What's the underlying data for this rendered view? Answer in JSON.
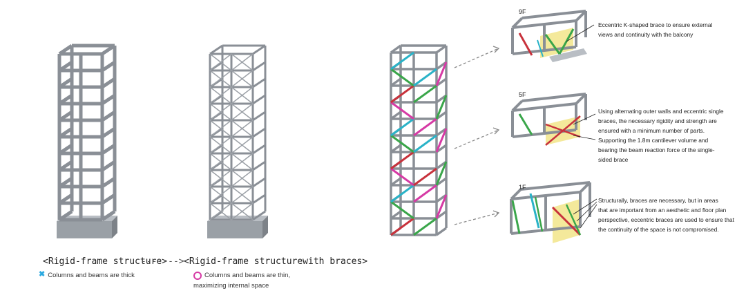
{
  "left_panel": {
    "rigid_caption": "<Rigid-frame structure>",
    "arrow": "------->",
    "braced_caption": "<Rigid-frame structurewith braces>",
    "rigid_note": "Columns and beams are thick",
    "braced_note_line1": "Columns and beams are thin,",
    "braced_note_line2": "maximizing internal space"
  },
  "details": [
    {
      "floor": "9F",
      "lines": [
        "Eccentric K-shaped brace to ensure external",
        "views and continuity with the balcony"
      ]
    },
    {
      "floor": "5F",
      "lines": [
        "Using alternating outer walls and eccentric single",
        "braces, the necessary rigidity and strength are",
        "ensured with a minimum number of parts.",
        "Supporting the 1.8m cantilever volume and",
        "bearing the beam reaction force of the single-",
        "sided brace"
      ]
    },
    {
      "floor": "1F",
      "lines": [
        "Structurally, braces are necessary, but in areas",
        "that are important from an aesthetic and floor plan",
        "perspective, eccentric braces are used to ensure that",
        "the continuity of the space is not compromised."
      ]
    }
  ],
  "colors": {
    "frame": "#8a8f96",
    "frame_dark": "#5f646b",
    "brace_red": "#c8323c",
    "brace_green": "#3aa64a",
    "brace_cyan": "#2ab3c8",
    "brace_pink": "#d63aa5",
    "highlight": "#f2e58a",
    "x_mark": "#2aa9e0"
  }
}
